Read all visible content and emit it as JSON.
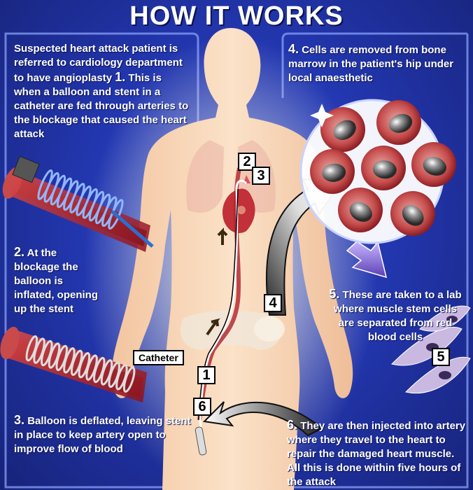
{
  "title": "HOW IT WORKS",
  "steps": {
    "intro": "Suspected heart attack patient is referred to cardiology department to have angioplasty",
    "s1_num": "1.",
    "s1_text": "This is when a balloon and stent in a catheter are fed through arteries to the blockage that caused the heart attack",
    "s2_num": "2.",
    "s2_text": "At the blockage the balloon is inflated, opening up the stent",
    "s3_num": "3.",
    "s3_text": "Balloon is deflated, leaving stent in place to keep artery open to improve flow of blood",
    "s4_num": "4.",
    "s4_text": "Cells are removed from bone marrow in the patient's hip under local anaesthetic",
    "s5_num": "5.",
    "s5_text": "These are taken to a lab where muscle stem cells are separated from red blood cells",
    "s6_num": "6.",
    "s6_text": "They are then injected into artery where they travel to the heart to repair the damaged heart muscle. All this is done within five hours of the attack"
  },
  "markers": {
    "m1": "1",
    "m2": "2",
    "m3": "3",
    "m4": "4",
    "m5": "5",
    "m6": "6"
  },
  "catheter_label": "Catheter",
  "colors": {
    "background": "#2337b0",
    "panel_border": "#8fa6ff",
    "artery": "#b0202c",
    "body": "#f4c9a6"
  }
}
